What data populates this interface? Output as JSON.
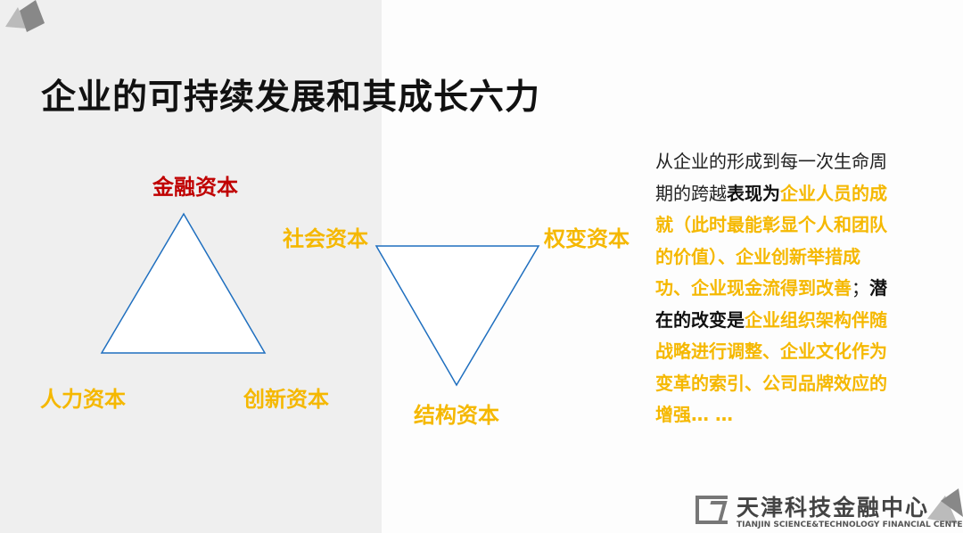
{
  "title": "企业的可持续发展和其成长六力",
  "diagram": {
    "triangle_up": {
      "top": "金融资本",
      "bottom_left": "人力资本",
      "bottom_right": "创新资本"
    },
    "triangle_down": {
      "top_left": "社会资本",
      "top_right": "权变资本",
      "bottom": "结构资本"
    }
  },
  "body": {
    "s1": "从企业的形成到每一次生命周期的跨越",
    "s2": "表现为",
    "s3": "企业人员的成就（此时最能彰显个人和团队的价值）、企业创新举措成功、企业现金流得到改善",
    "s4": "；",
    "s5": "潜在的改变是",
    "s6": "企业组织架构伴随战略进行调整、企业文化作为变革的索引、公司品牌效应的增强… …"
  },
  "logo": {
    "cn": "天津科技金融中心",
    "en": "TIANJIN SCIENCE&TECHNOLOGY FINANCIAL CENTER"
  },
  "colors": {
    "accent": "#f5b800",
    "red": "#c00000",
    "panel": "#efefef"
  }
}
